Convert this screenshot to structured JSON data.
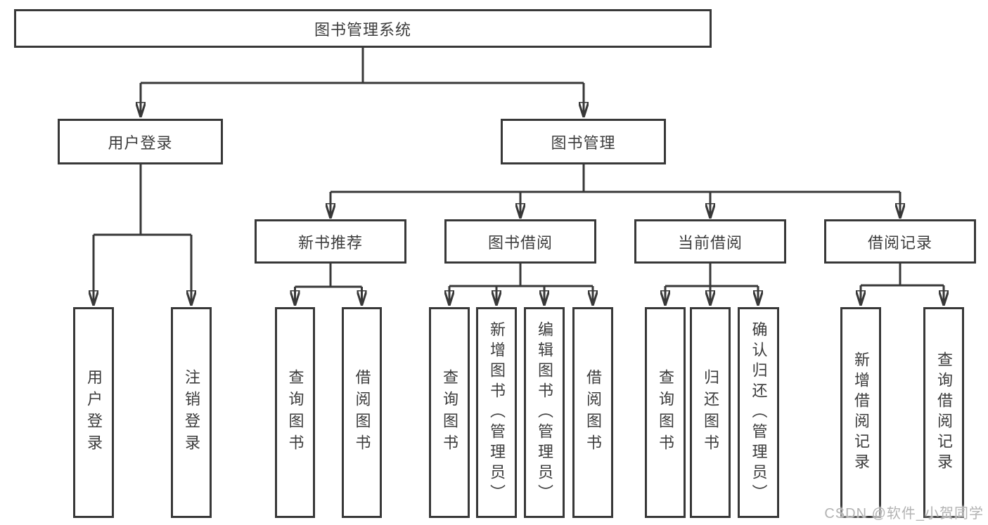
{
  "diagram": {
    "root": {
      "label": "图书管理系统"
    },
    "branches": [
      {
        "label": "用户登录",
        "leaves": [
          {
            "label": "用户登录"
          },
          {
            "label": "注销登录"
          }
        ]
      },
      {
        "label": "图书管理",
        "groups": [
          {
            "label": "新书推荐",
            "leaves": [
              {
                "label": "查询图书"
              },
              {
                "label": "借阅图书"
              }
            ]
          },
          {
            "label": "图书借阅",
            "leaves": [
              {
                "label": "查询图书"
              },
              {
                "label": "新增图书（管理员）"
              },
              {
                "label": "编辑图书（管理员）"
              },
              {
                "label": "借阅图书"
              }
            ]
          },
          {
            "label": "当前借阅",
            "leaves": [
              {
                "label": "查询图书"
              },
              {
                "label": "归还图书"
              },
              {
                "label": "确认归还（管理员）"
              }
            ]
          },
          {
            "label": "借阅记录",
            "leaves": [
              {
                "label": "新增借阅记录"
              },
              {
                "label": "查询借阅记录"
              }
            ]
          }
        ]
      }
    ]
  },
  "watermark": {
    "text": "CSDN @软件_小贺同学"
  },
  "colors": {
    "line": "#383838",
    "text": "#3c3c3c",
    "watermark": "#b3b3b3",
    "background": "#ffffff"
  }
}
